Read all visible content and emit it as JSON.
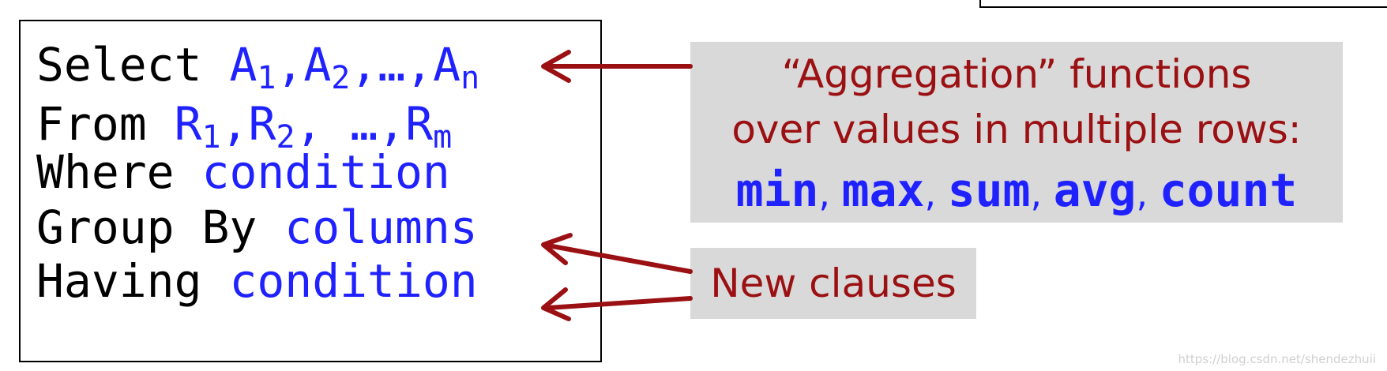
{
  "sql": {
    "select_kw": "Select",
    "select_a": "A",
    "select_sub1": "1",
    "comma": ",",
    "select_sub2": "2",
    "ellipsis": "…",
    "select_subn": "n",
    "from_kw": "From",
    "from_r": "R",
    "from_sub1": "1",
    "from_sub2": "2",
    "from_subm": "m",
    "where_kw": "Where",
    "where_val": "condition",
    "group_kw": "Group By",
    "group_val": "columns",
    "having_kw": "Having",
    "having_val": "condition"
  },
  "aggregation_note": {
    "line1": "“Aggregation” functions",
    "line2": "over values in multiple rows:",
    "functions": [
      "min",
      "max",
      "sum",
      "avg",
      "count"
    ],
    "separator": ", "
  },
  "new_clauses_label": "New clauses",
  "watermark": "https://blog.csdn.net/shendezhuii",
  "colors": {
    "keyword_blue": "#1f22ff",
    "note_red": "#9b1012",
    "arrow_red": "#9b1012",
    "box_gray": "#d9d9d9"
  }
}
